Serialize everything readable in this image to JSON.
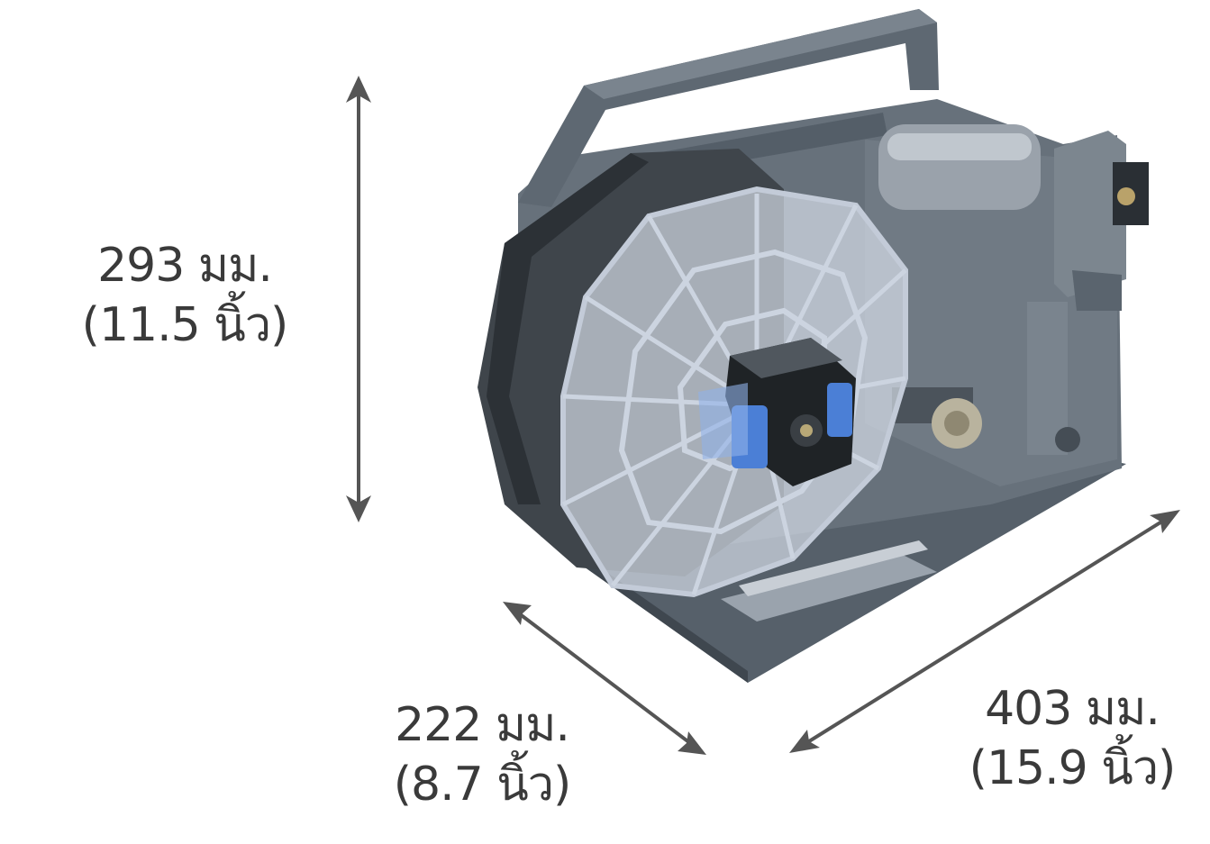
{
  "dimensions": {
    "height": {
      "metric": "293 มม.",
      "imperial": "(11.5 นิ้ว)"
    },
    "depth": {
      "metric": "222 มม.",
      "imperial": "(8.7 นิ้ว)"
    },
    "width": {
      "metric": "403 มม.",
      "imperial": "(15.9 นิ้ว)"
    }
  },
  "colors": {
    "arrow": "#555555",
    "body": "#5f6a74",
    "body_dark": "#454d55",
    "reel": "#c9d3e4",
    "accent_blue": "#4b7fd6"
  }
}
